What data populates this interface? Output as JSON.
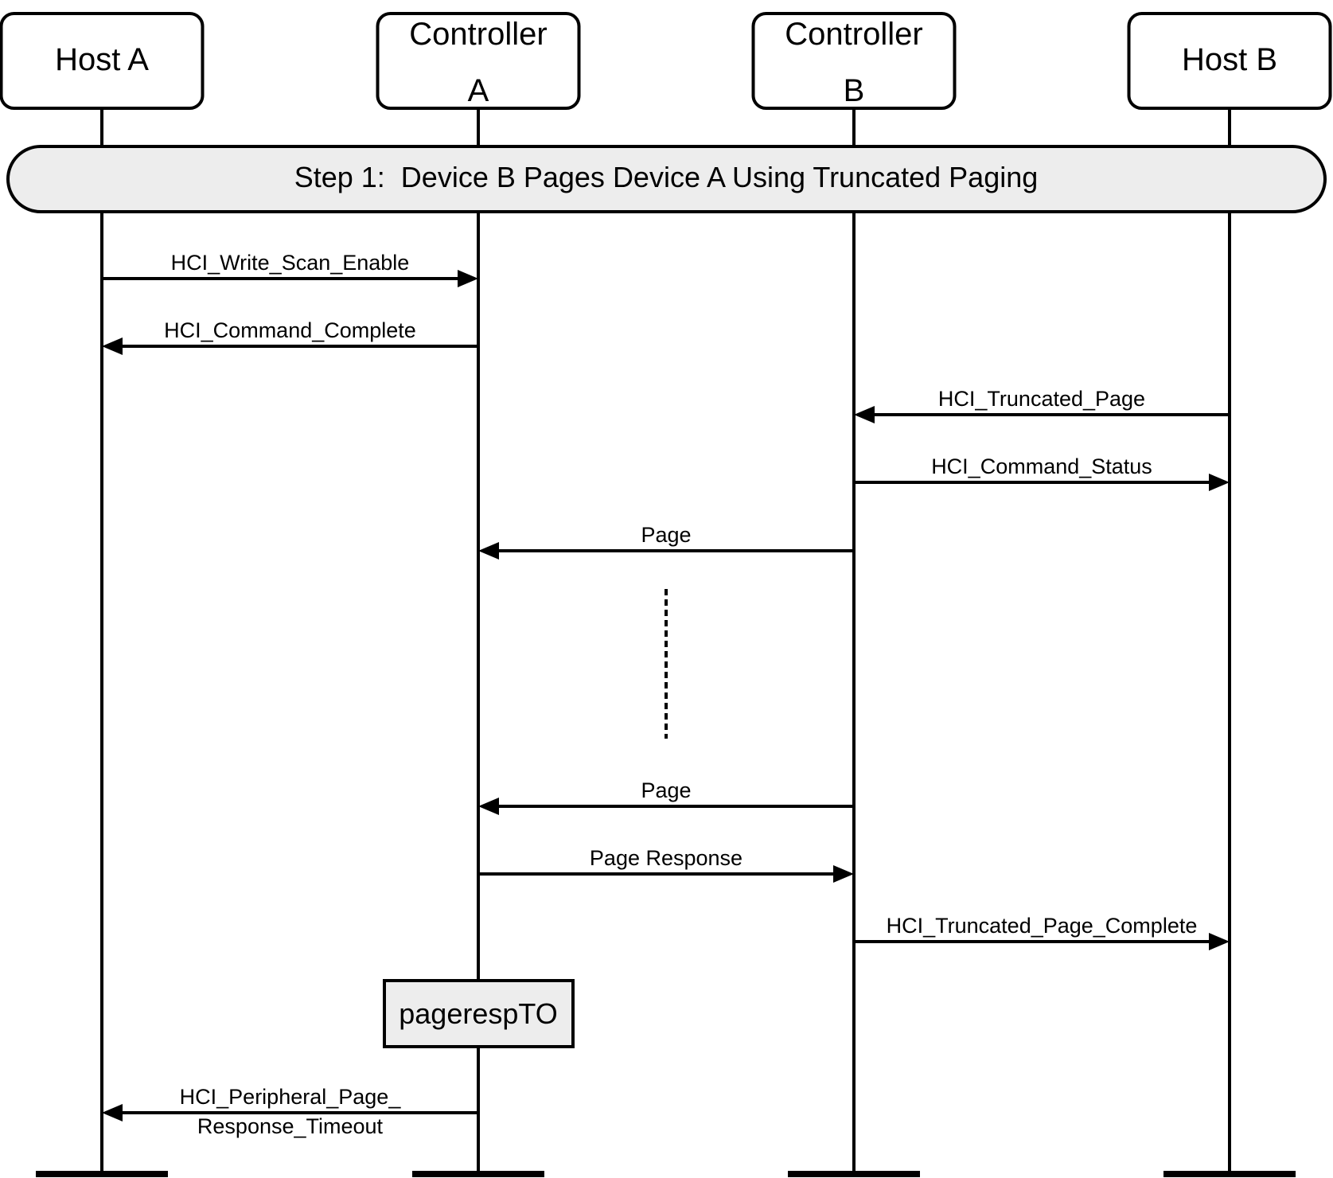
{
  "participants": [
    {
      "id": "hostA",
      "lines": [
        "Host A"
      ]
    },
    {
      "id": "ctrlA",
      "lines": [
        "Controller",
        "A"
      ]
    },
    {
      "id": "ctrlB",
      "lines": [
        "Controller",
        "B"
      ]
    },
    {
      "id": "hostB",
      "lines": [
        "Host B"
      ]
    }
  ],
  "step": {
    "label": "Step 1:  Device B Pages Device A Using Truncated Paging"
  },
  "messages": [
    {
      "from": "hostA",
      "to": "ctrlA",
      "lines": [
        "HCI_Write_Scan_Enable"
      ]
    },
    {
      "from": "ctrlA",
      "to": "hostA",
      "lines": [
        "HCI_Command_Complete"
      ]
    },
    {
      "from": "hostB",
      "to": "ctrlB",
      "lines": [
        "HCI_Truncated_Page"
      ]
    },
    {
      "from": "ctrlB",
      "to": "hostB",
      "lines": [
        "HCI_Command_Status"
      ]
    },
    {
      "from": "ctrlB",
      "to": "ctrlA",
      "lines": [
        "Page"
      ]
    },
    {
      "from": "ctrlB",
      "to": "ctrlA",
      "lines": [
        "Page"
      ]
    },
    {
      "from": "ctrlA",
      "to": "ctrlB",
      "lines": [
        "Page Response"
      ]
    },
    {
      "from": "ctrlB",
      "to": "hostB",
      "lines": [
        "HCI_Truncated_Page_Complete"
      ]
    },
    {
      "from": "ctrlA",
      "to": "hostA",
      "lines": [
        "HCI_Peripheral_Page_",
        "Response_Timeout"
      ]
    }
  ],
  "timer": {
    "on": "ctrlA",
    "label": "pagerespTO"
  }
}
